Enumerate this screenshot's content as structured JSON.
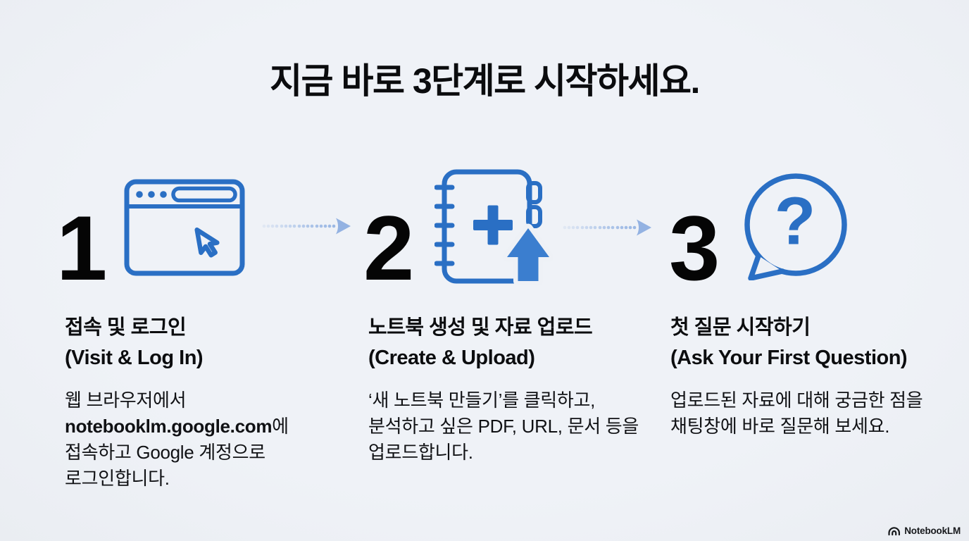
{
  "title": "지금 바로 3단계로 시작하세요.",
  "colors": {
    "background": "#eef1f6",
    "accent_blue": "#2a6fc4",
    "upload_arrow_blue": "#3b7ecf",
    "dotted_arrow_blue": "#9bb8e4",
    "text_black": "#0b0c0e"
  },
  "steps": [
    {
      "number": "1",
      "icon": "browser-cursor-icon",
      "title_ko": "접속 및 로그인",
      "title_en": "(Visit & Log In)",
      "body": {
        "line1": "웹 브라우저에서",
        "line2_bold": "notebooklm.google.com",
        "line2_rest": "에",
        "line3": "접속하고 Google 계정으로",
        "line4": "로그인합니다."
      }
    },
    {
      "number": "2",
      "icon": "notebook-upload-icon",
      "title_ko": "노트북 생성 및 자료 업로드",
      "title_en": "(Create & Upload)",
      "body": {
        "line1": "‘새 노트북 만들기’를 클릭하고,",
        "line2": "분석하고 싶은 PDF, URL, 문서 등을",
        "line3": "업로드합니다."
      }
    },
    {
      "number": "3",
      "icon": "question-bubble-icon",
      "title_ko": "첫 질문 시작하기",
      "title_en": "(Ask Your First Question)",
      "bubble_glyph": "?",
      "body": {
        "line1": "업로드된 자료에 대해 궁금한 점을",
        "line2": "채팅창에 바로 질문해 보세요."
      }
    }
  ],
  "footer": {
    "brand": "NotebookLM"
  }
}
